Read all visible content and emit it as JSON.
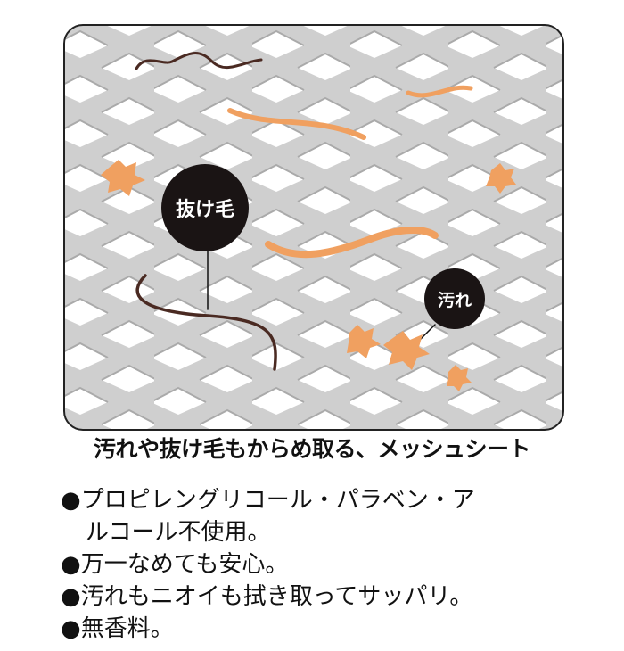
{
  "callouts": {
    "hair": "抜け毛",
    "dirt": "汚れ"
  },
  "headline": "汚れや抜け毛もからめ取る、メッシュシート",
  "bullets": [
    {
      "marker": "●",
      "text": "プロピレングリコール・パラベン・ア",
      "continued": "ルコール不使用。"
    },
    {
      "marker": "●",
      "text": "万一なめても安心。"
    },
    {
      "marker": "●",
      "text": "汚れもニオイも拭き取ってサッパリ。"
    },
    {
      "marker": "●",
      "text": "無香料。"
    }
  ],
  "colors": {
    "mesh": "#cfcfcf",
    "hole": "#ffffff",
    "hair_dark": "#4a2a22",
    "hair_orange": "#f0a060",
    "bubble": "#1a1414"
  }
}
